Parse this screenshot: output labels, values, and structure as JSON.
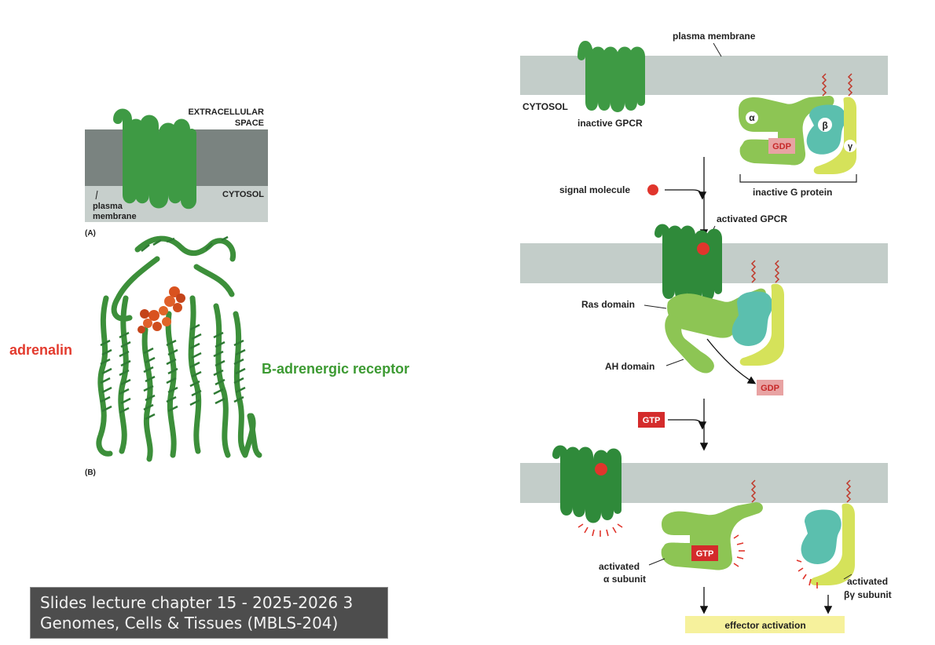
{
  "panel_a": {
    "extracellular_line1": "EXTRACELLULAR",
    "extracellular_line2": "SPACE",
    "cytosol": "CYTOSOL",
    "plasma_line1": "plasma",
    "plasma_line2": "membrane",
    "tag": "(A)"
  },
  "panel_b": {
    "tag": "(B)"
  },
  "annotations": {
    "ligand": "adrenalin",
    "receptor": "B-adrenergic receptor"
  },
  "pathway": {
    "plasma_membrane": "plasma membrane",
    "cytosol": "CYTOSOL",
    "inactive_gpcr": "inactive GPCR",
    "alpha": "α",
    "beta": "β",
    "gamma": "γ",
    "gdp": "GDP",
    "inactive_g_protein": "inactive G protein",
    "signal_molecule": "signal molecule",
    "activated_gpcr": "activated GPCR",
    "ras_domain": "Ras domain",
    "ah_domain": "AH domain",
    "gdp_released": "GDP",
    "gtp_in": "GTP",
    "gtp_bound": "GTP",
    "activated_alpha_line1": "activated",
    "activated_alpha_line2": "α subunit",
    "activated_bg_line1": "activated",
    "activated_bg_line2": "βγ subunit",
    "effector": "effector activation"
  },
  "footer": {
    "line1": "Slides lecture chapter 15 - 2025-2026 3",
    "line2": "Genomes, Cells & Tissues (MBLS-204)"
  },
  "colors": {
    "receptor_green": "#3e9a44",
    "receptor_dark": "#2f7a34",
    "alpha_green": "#8dc554",
    "beta_teal": "#5bbfae",
    "gamma_yellow": "#d5e25a",
    "membrane_gray": "#c3cdc9",
    "membrane_dark": "#7a8380",
    "gdp_pink": "#e8a3a3",
    "gtp_red": "#d42b2b",
    "signal_red": "#e0352c",
    "effector_yellow": "#f6f19c"
  }
}
